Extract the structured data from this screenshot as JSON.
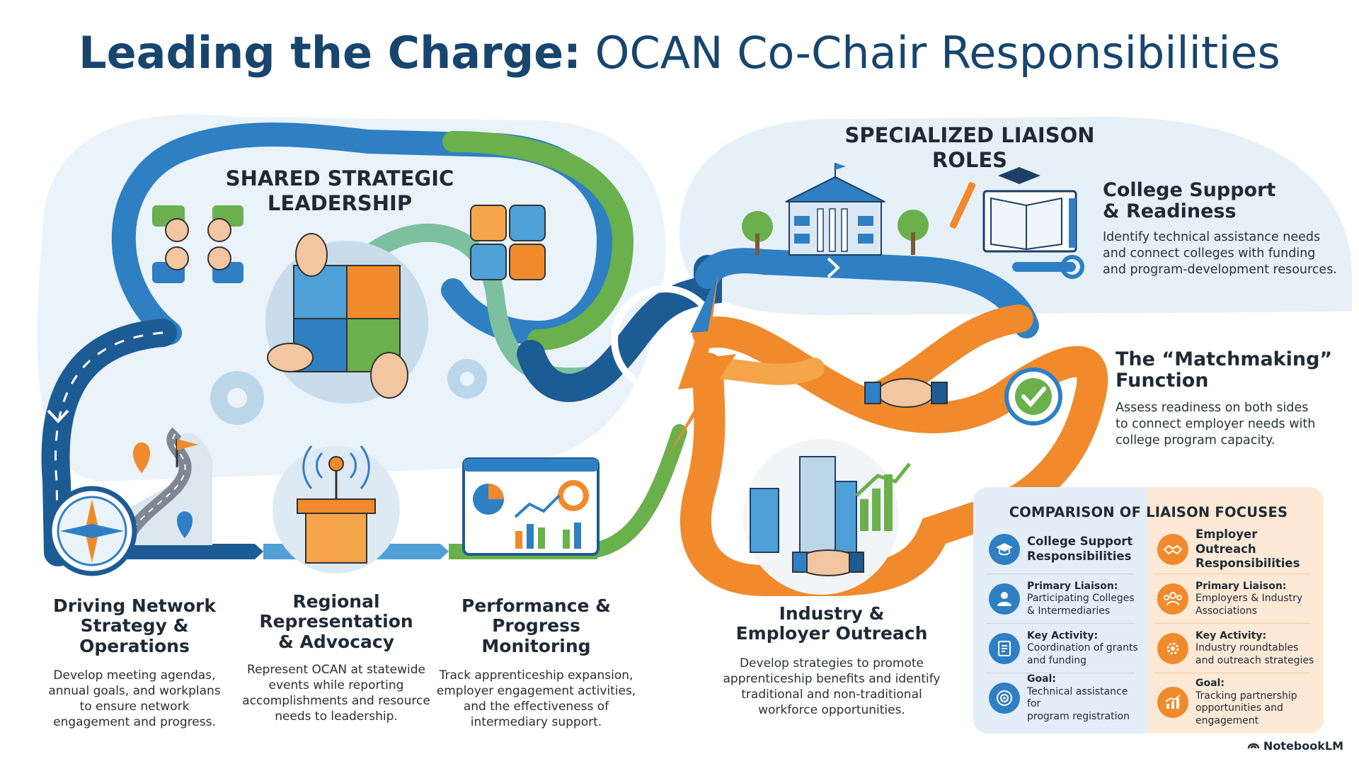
{
  "title": {
    "part1": "Leading the Charge:",
    "part2": "OCAN Co-Chair Responsibilities"
  },
  "shared": {
    "heading_line1": "SHARED STRATEGIC",
    "heading_line2": "LEADERSHIP"
  },
  "specialized": {
    "heading": "SPECIALIZED LIAISON ROLES"
  },
  "sections": {
    "network": {
      "title_line1": "Driving Network",
      "title_line2": "Strategy & Operations",
      "body": [
        "Develop meeting agendas,",
        "annual goals, and workplans",
        "to ensure network",
        "engagement and progress."
      ]
    },
    "regional": {
      "title_line1": "Regional",
      "title_line2": "Representation",
      "title_line3": "& Advocacy",
      "body": [
        "Represent OCAN at statewide",
        "events while reporting",
        "accomplishments and resource",
        "needs to leadership."
      ]
    },
    "performance": {
      "title_line1": "Performance &",
      "title_line2": "Progress Monitoring",
      "body": [
        "Track apprenticeship expansion,",
        "employer engagement activities,",
        "and the effectiveness of",
        "intermediary support."
      ]
    },
    "industry": {
      "title_line1": "Industry &",
      "title_line2": "Employer Outreach",
      "body": [
        "Develop strategies to promote",
        "apprenticeship benefits and identify",
        "traditional and non-traditional",
        "workforce opportunities."
      ]
    },
    "college": {
      "title_line1": "College Support",
      "title_line2": "& Readiness",
      "body": [
        "Identify technical assistance needs",
        "and connect colleges with funding",
        "and program-development resources."
      ]
    },
    "matchmaking": {
      "title_line1": "The “Matchmaking”",
      "title_line2": "Function",
      "body": [
        "Assess readiness on both sides",
        "to connect employer needs with",
        "college program capacity."
      ]
    }
  },
  "comparison": {
    "title": "COMPARISON OF LIAISON FOCUSES",
    "left": {
      "header": [
        "College Support",
        "Responsibilities"
      ],
      "rows": [
        {
          "label": "Primary Liaison:",
          "lines": [
            "Participating Colleges",
            "& Intermediaries"
          ],
          "icon": "people-icon"
        },
        {
          "label": "Key Activity:",
          "lines": [
            "Coordination of grants",
            "and funding"
          ],
          "icon": "document-icon"
        },
        {
          "label": "Goal:",
          "lines": [
            "Technical assistance for",
            "program registration"
          ],
          "icon": "target-icon"
        }
      ]
    },
    "right": {
      "header": [
        "Employer Outreach",
        "Responsibilities"
      ],
      "rows": [
        {
          "label": "Primary Liaison:",
          "lines": [
            "Employers & Industry",
            "Associations"
          ],
          "icon": "group-icon"
        },
        {
          "label": "Key Activity:",
          "lines": [
            "Industry roundtables",
            "and outreach strategies"
          ],
          "icon": "gear-icon"
        },
        {
          "label": "Goal:",
          "lines": [
            "Tracking partnership",
            "opportunities and",
            "engagement"
          ],
          "icon": "growth-chart-icon"
        }
      ]
    }
  },
  "brand": "NotebookLM",
  "colors": {
    "blue": "#2f7fc3",
    "dark_blue": "#1d5b95",
    "green": "#6ab04c",
    "orange": "#f08a2c",
    "title": "#17456e"
  }
}
